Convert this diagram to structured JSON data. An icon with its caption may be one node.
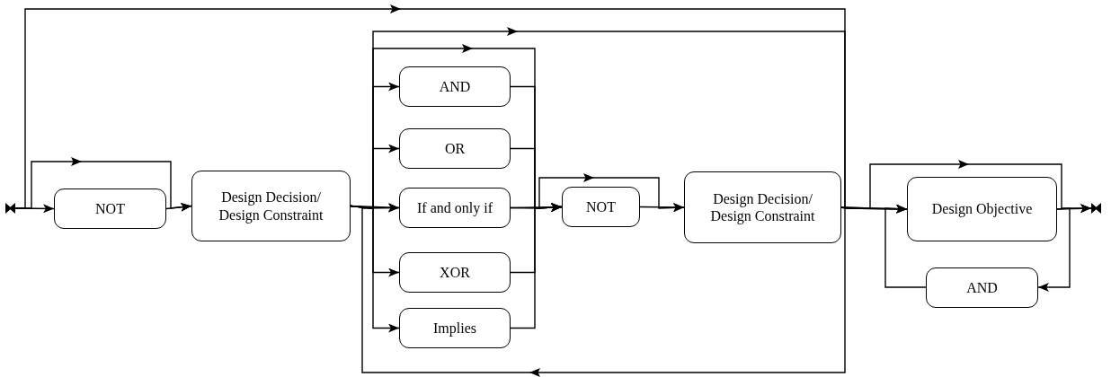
{
  "diagram": {
    "nodes": [
      {
        "text": [],
        "shape": "bar"
      },
      {
        "text": [
          "NOT"
        ]
      },
      {
        "text": [
          "Design Decision/ Design Constraint"
        ]
      },
      {
        "text": [
          "AND"
        ]
      },
      {
        "text": [
          "OR"
        ]
      },
      {
        "text": [
          "If and only if"
        ]
      },
      {
        "text": [
          "XOR"
        ]
      },
      {
        "text": [
          "Implies"
        ]
      },
      {
        "text": [
          "NOT"
        ]
      },
      {
        "text": [
          "Design Decision/ Design Constraint"
        ]
      },
      {
        "text": [
          "Design Objective"
        ]
      },
      {
        "text": [
          "AND"
        ]
      },
      {
        "text": [],
        "shape": "bar"
      }
    ],
    "edges": [
      {
        "from": 0,
        "to": 1,
        "arrow": "to"
      },
      {
        "from": 0,
        "to": 2,
        "arrow": "to"
      },
      {
        "from": 1,
        "to": 2,
        "arrow": "to"
      },
      {
        "from": 0,
        "to": 10,
        "arrow": "to"
      },
      {
        "from": 2,
        "to": 3,
        "arrow": "to"
      },
      {
        "from": 2,
        "to": 4,
        "arrow": "to"
      },
      {
        "from": 2,
        "to": 5,
        "arrow": "to"
      },
      {
        "from": 2,
        "to": 6,
        "arrow": "to"
      },
      {
        "from": 2,
        "to": 7,
        "arrow": "to"
      },
      {
        "from": 2,
        "to": 8,
        "arrow": "to"
      },
      {
        "from": 2,
        "to": 10,
        "arrow": "to"
      },
      {
        "from": 3,
        "to": 8,
        "arrow": "to"
      },
      {
        "from": 4,
        "to": 8,
        "arrow": "to"
      },
      {
        "from": 5,
        "to": 8,
        "arrow": "to"
      },
      {
        "from": 6,
        "to": 8,
        "arrow": "to"
      },
      {
        "from": 7,
        "to": 8,
        "arrow": "to"
      },
      {
        "from": 5,
        "to": 9,
        "arrow": "to"
      },
      {
        "from": 8,
        "to": 9,
        "arrow": "to"
      },
      {
        "from": 9,
        "to": 5,
        "arrow": "to"
      },
      {
        "from": 9,
        "to": 10,
        "arrow": "to"
      },
      {
        "from": 9,
        "to": 12,
        "arrow": "to"
      },
      {
        "from": 10,
        "to": 12,
        "arrow": "to"
      },
      {
        "from": 10,
        "to": 11,
        "arrow": "to"
      },
      {
        "from": 11,
        "to": 10,
        "arrow": "to"
      }
    ]
  }
}
